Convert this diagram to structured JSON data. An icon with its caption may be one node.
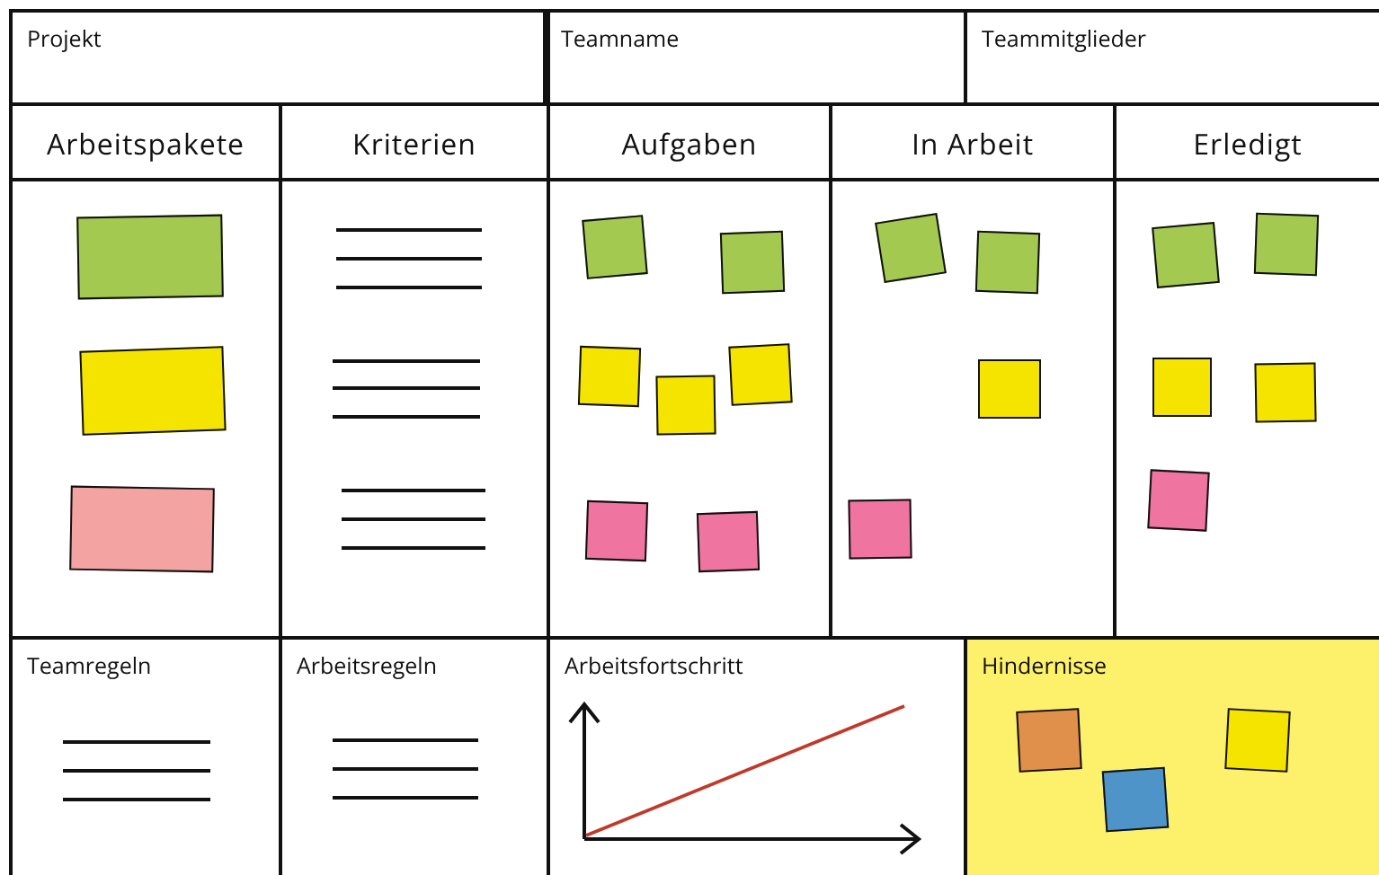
{
  "diagram": {
    "nodes": [
      {
        "text": [
          "Projekt"
        ]
      },
      {
        "text": [
          "Teamname"
        ]
      },
      {
        "text": [
          "Teammitglieder"
        ]
      },
      {
        "text": [
          "Arbeitspakete"
        ]
      },
      {
        "text": [
          "Kriterien"
        ]
      },
      {
        "text": [
          "Aufgaben"
        ]
      },
      {
        "text": [
          "In Arbeit"
        ]
      },
      {
        "text": [
          "Erledigt"
        ]
      },
      {
        "text": [
          "Teamregeln"
        ]
      },
      {
        "text": [
          "Arbeitsregeln"
        ]
      },
      {
        "text": [
          "Arbeitsfortschritt"
        ]
      },
      {
        "text": [
          "Hindernisse"
        ]
      },
      {
        "text": [],
        "shape": "box",
        "in": 3
      },
      {
        "text": [],
        "shape": "box",
        "in": 3
      },
      {
        "text": [],
        "shape": "box",
        "in": 3
      },
      {
        "text": [],
        "shape": "box",
        "in": 5
      },
      {
        "text": [],
        "shape": "box",
        "in": 5
      },
      {
        "text": [],
        "shape": "box",
        "in": 5
      },
      {
        "text": [],
        "shape": "box",
        "in": 5
      },
      {
        "text": [],
        "shape": "box",
        "in": 5
      },
      {
        "text": [],
        "shape": "box",
        "in": 5
      },
      {
        "text": [],
        "shape": "box",
        "in": 5
      },
      {
        "text": [],
        "shape": "box",
        "in": 6
      },
      {
        "text": [],
        "shape": "box",
        "in": 6
      },
      {
        "text": [],
        "shape": "box",
        "in": 6
      },
      {
        "text": [],
        "shape": "box",
        "in": 6
      },
      {
        "text": [],
        "shape": "box",
        "in": 7
      },
      {
        "text": [],
        "shape": "box",
        "in": 7
      },
      {
        "text": [],
        "shape": "box",
        "in": 7
      },
      {
        "text": [],
        "shape": "box",
        "in": 7
      },
      {
        "text": [],
        "shape": "box",
        "in": 7
      },
      {
        "text": [],
        "shape": "box",
        "in": 11
      },
      {
        "text": [],
        "shape": "box",
        "in": 11
      },
      {
        "text": [],
        "shape": "box",
        "in": 11
      }
    ]
  }
}
